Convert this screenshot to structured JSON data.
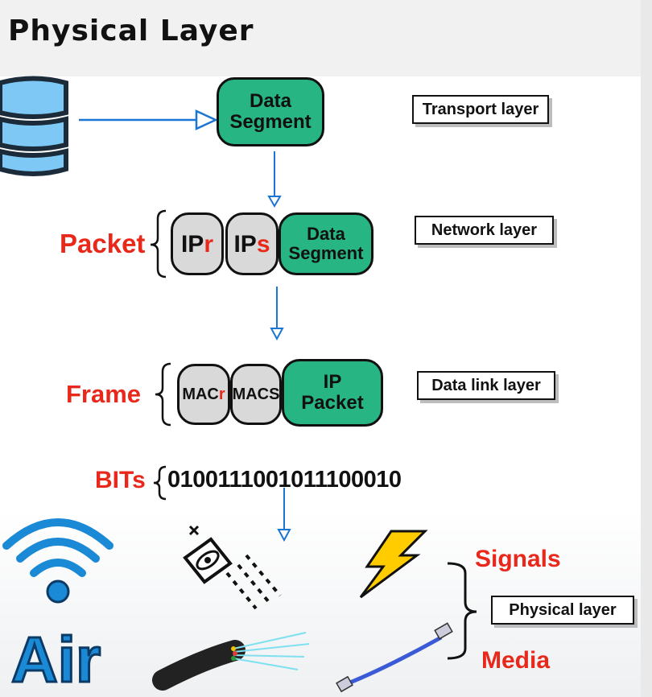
{
  "title": "Physical Layer",
  "diagram": {
    "data_segment_top": [
      "Data",
      "Segment"
    ],
    "packet_label": "Packet",
    "packet_fields": {
      "ipr_main": "IP",
      "ipr_sub": "r",
      "ips_main": "IP",
      "ips_sub": "s",
      "data_segment": [
        "Data",
        "Segment"
      ]
    },
    "frame_label": "Frame",
    "frame_fields": {
      "macr_main": "MAC",
      "macr_sub": "r",
      "macs": "MACS",
      "ip_packet": [
        "IP",
        "Packet"
      ]
    },
    "bits_label": "BITs",
    "bits_value": "0100111001011100010",
    "layers": {
      "transport": "Transport layer",
      "network": "Network layer",
      "data_link": "Data link layer",
      "physical": "Physical layer"
    },
    "signals_label": "Signals",
    "media_label": "Media",
    "air_label": "Air"
  },
  "colors": {
    "green": "#26b583",
    "red": "#e8281b",
    "blue": "#1a76d2",
    "grey": "#d9d9d9",
    "lightning": "#ffcc00"
  },
  "icons": [
    "database-icon",
    "wifi-icon",
    "fiber-eye-icon",
    "lightning-icon",
    "fiber-cable-icon",
    "ethernet-cable-icon"
  ]
}
